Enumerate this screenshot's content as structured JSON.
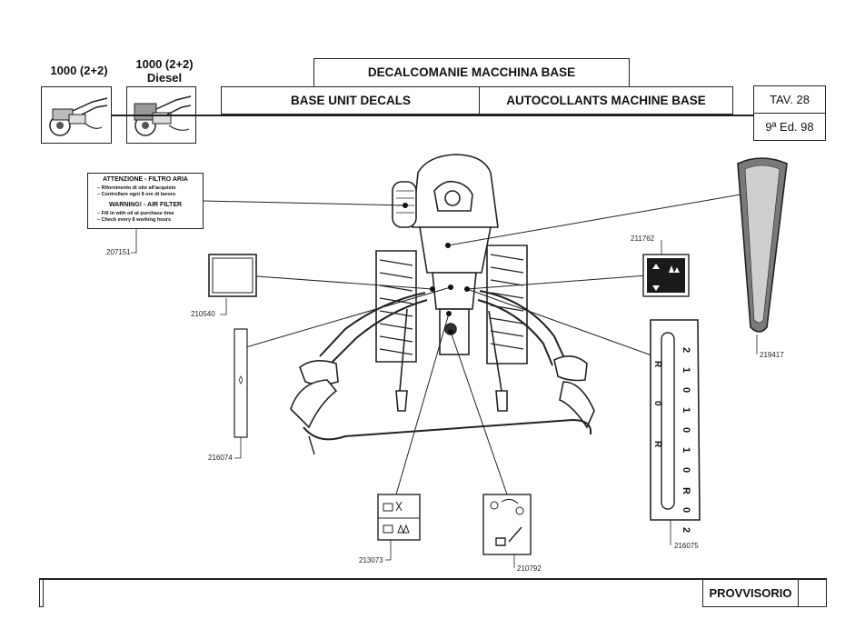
{
  "header": {
    "title_it": "DECALCOMANIE MACCHINA BASE",
    "title_en": "BASE UNIT DECALS",
    "title_fr": "AUTOCOLLANTS MACHINE BASE",
    "table_label": "TAV. 28",
    "edition": "9ª Ed. 98"
  },
  "models": [
    {
      "name": "1000 (2+2)",
      "subname": ""
    },
    {
      "name": "1000 (2+2)",
      "subname": "Diesel"
    }
  ],
  "air_filter_decal": {
    "it_title": "ATTENZIONE - FILTRO ARIA",
    "it_line1": "– Riforninento di olio all'acquisto",
    "it_line2": "– Controllare ogni 8 ore di lavoro",
    "en_title": "WARNING! - AIR FILTER",
    "en_line1": "– Fill in with oil at purchase time",
    "en_line2": "– Check every 8 working hours"
  },
  "shift_plate_chars": [
    "R",
    "2",
    "0",
    "1",
    "0",
    "R",
    "1",
    "0",
    "1",
    "0",
    "R",
    "0",
    "2"
  ],
  "parts": [
    "207151",
    "210540",
    "216074",
    "211762",
    "219417",
    "216075",
    "213073",
    "210792"
  ],
  "footer": {
    "status": "PROVVISORIO"
  }
}
